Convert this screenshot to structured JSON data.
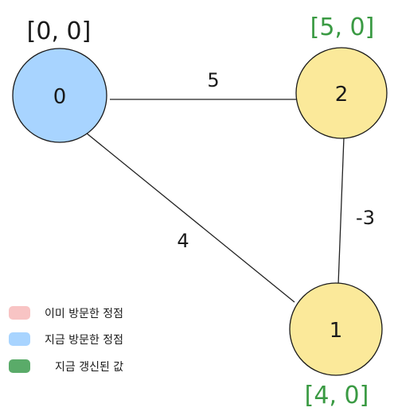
{
  "graph": {
    "nodes": [
      {
        "id": "0",
        "label": "0",
        "distance": "[0, 0]",
        "state": "current"
      },
      {
        "id": "1",
        "label": "1",
        "distance": "[4, 0]",
        "state": "updated"
      },
      {
        "id": "2",
        "label": "2",
        "distance": "[5, 0]",
        "state": "updated"
      }
    ],
    "edges": [
      {
        "from": "0",
        "to": "2",
        "weight": "5"
      },
      {
        "from": "0",
        "to": "1",
        "weight": "4"
      },
      {
        "from": "2",
        "to": "1",
        "weight": "-3"
      }
    ]
  },
  "legend": {
    "items": [
      {
        "label": "이미 방문한 정점",
        "color": "#f8c4c4"
      },
      {
        "label": "지금 방문한 정점",
        "color": "#a8d4ff"
      },
      {
        "label": "지금 갱신된 값",
        "color": "#5aab69"
      }
    ]
  },
  "colors": {
    "current_fill": "#a8d4ff",
    "updated_fill": "#fbe99a",
    "stroke": "#1a1a1a",
    "distance_default": "#1a1a1a",
    "distance_updated": "#3a9a43",
    "edge": "#222222"
  }
}
